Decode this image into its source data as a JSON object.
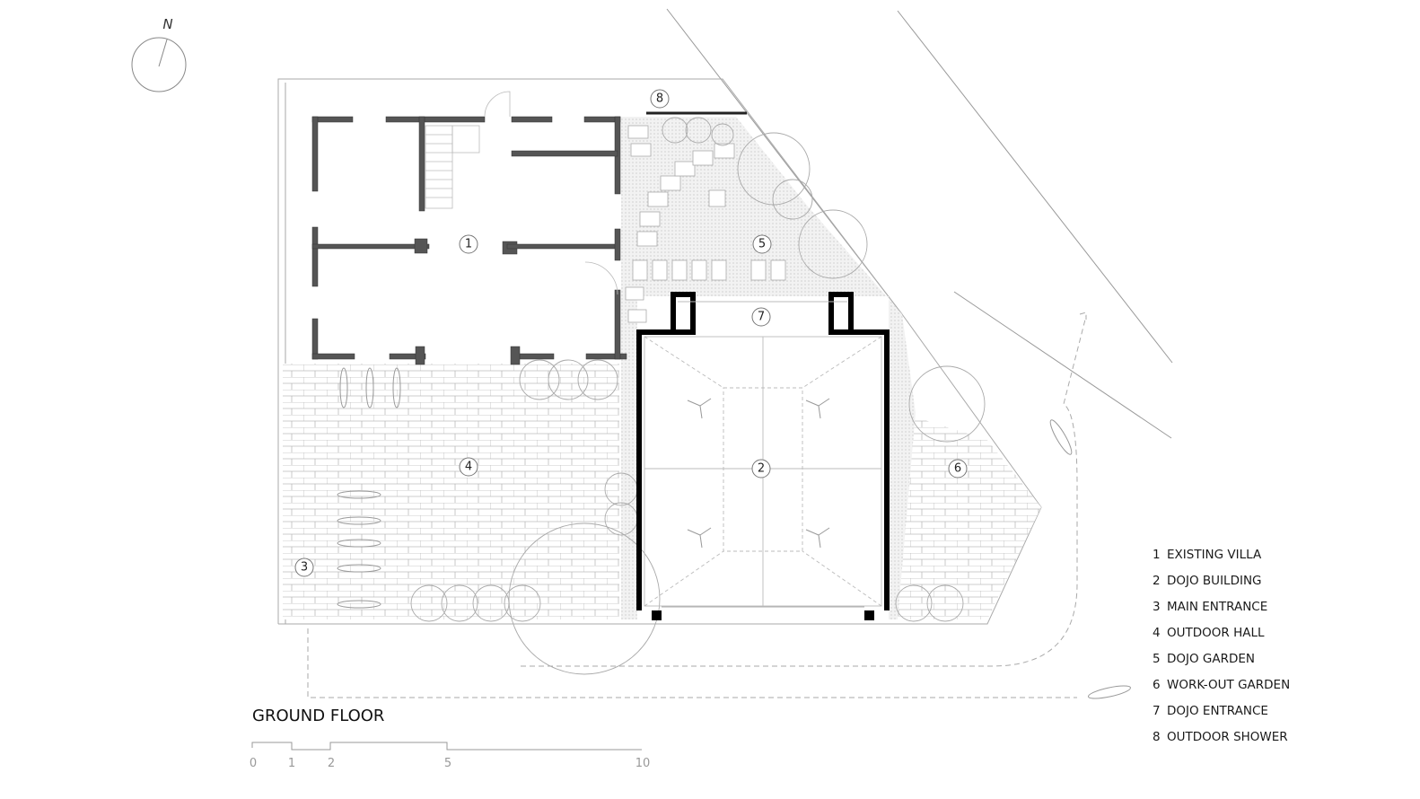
{
  "compass": {
    "label": "N"
  },
  "plan_labels": [
    "1",
    "2",
    "3",
    "4",
    "5",
    "6",
    "7",
    "8"
  ],
  "legend": [
    {
      "num": "1",
      "label": "EXISTING VILLA"
    },
    {
      "num": "2",
      "label": "DOJO BUILDING"
    },
    {
      "num": "3",
      "label": "MAIN ENTRANCE"
    },
    {
      "num": "4",
      "label": "OUTDOOR HALL"
    },
    {
      "num": "5",
      "label": "DOJO GARDEN"
    },
    {
      "num": "6",
      "label": "WORK-OUT GARDEN"
    },
    {
      "num": "7",
      "label": "DOJO ENTRANCE"
    },
    {
      "num": "8",
      "label": "OUTDOOR SHOWER"
    }
  ],
  "title": "GROUND FLOOR",
  "scale_ticks": [
    "0",
    "1",
    "2",
    "5",
    "10"
  ]
}
